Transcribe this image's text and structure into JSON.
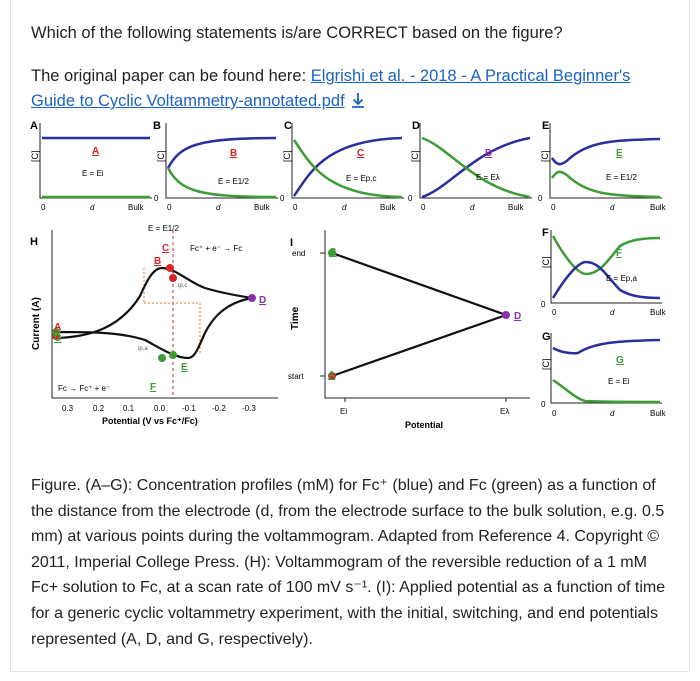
{
  "question": {
    "text": "Which of the following statements is/are CORRECT based on the figure?"
  },
  "source": {
    "prefix": "The original paper can be found here: ",
    "link_text": "Elgrishi et al. - 2018 - A Practical Beginner's Guide to Cyclic Voltammetry-annotated.pdf"
  },
  "figure": {
    "panels": {
      "A": {
        "letter": "A",
        "point": "A",
        "eq_label": "E = Ei"
      },
      "B": {
        "letter": "B",
        "point": "B",
        "eq_label": "E = E1/2"
      },
      "C": {
        "letter": "C",
        "point": "C",
        "eq_label": "E = Ep,c"
      },
      "D": {
        "letter": "D",
        "point": "D",
        "eq_label": "E = Eλ"
      },
      "E": {
        "letter": "E",
        "point": "E",
        "eq_label": "E = E1/2"
      },
      "F": {
        "letter": "F",
        "point": "F",
        "eq_label": "E = Ep,a"
      },
      "G": {
        "letter": "G",
        "point": "G",
        "eq_label": "E = Ei"
      }
    },
    "axis": {
      "conc_label": "[C]",
      "zero": "0",
      "distance": "d",
      "bulk": "Bulk"
    },
    "voltammogram": {
      "panel_letter": "H",
      "ylabel": "Current (A)",
      "xlabel": "Potential (V vs Fc⁺/Fc)",
      "xticks": [
        "0.3",
        "0.2",
        "0.1",
        "0.0",
        "-0.1",
        "-0.2",
        "-0.3"
      ],
      "e_half_label": "E = E1/2",
      "reduction_eq": "Fc⁺ + e⁻ → Fc",
      "oxidation_eq": "Fc → Fc⁺ + e⁻",
      "ipc_label": "ip,c",
      "ipa_label": "ip,a",
      "points": [
        "A",
        "B",
        "C",
        "D",
        "E",
        "F",
        "G"
      ]
    },
    "waveform": {
      "panel_letter": "I",
      "ylabel": "Time",
      "xlabel": "Potential",
      "end_label": "end",
      "start_label": "start",
      "ei_label": "Ei",
      "elambda_label": "Eλ",
      "points": [
        "G",
        "D",
        "A"
      ]
    },
    "colors": {
      "fc_plus": "#2a2f9e",
      "fc": "#3d9c35",
      "point_red": "#d42424",
      "point_purple": "#8b2fa8",
      "point_orange": "#e37a1c",
      "point_green": "#3d9c35"
    }
  },
  "caption": {
    "text": "Figure. (A–G): Concentration profiles (mM) for Fc⁺ (blue) and Fc (green) as a function of the distance from the electrode (d, from the electrode surface to the bulk solution, e.g. 0.5 mm) at various points during the voltammogram. Adapted from Reference 4. Copyright © 2011, Imperial College Press. (H): Voltammogram of the reversible reduction of a 1 mM Fc+ solution to Fc, at a scan rate of 100 mV s⁻¹. (I): Applied potential as a function of time for a generic cyclic voltammetry experiment, with the initial, switching, and end potentials represented (A, D, and G, respectively)."
  }
}
